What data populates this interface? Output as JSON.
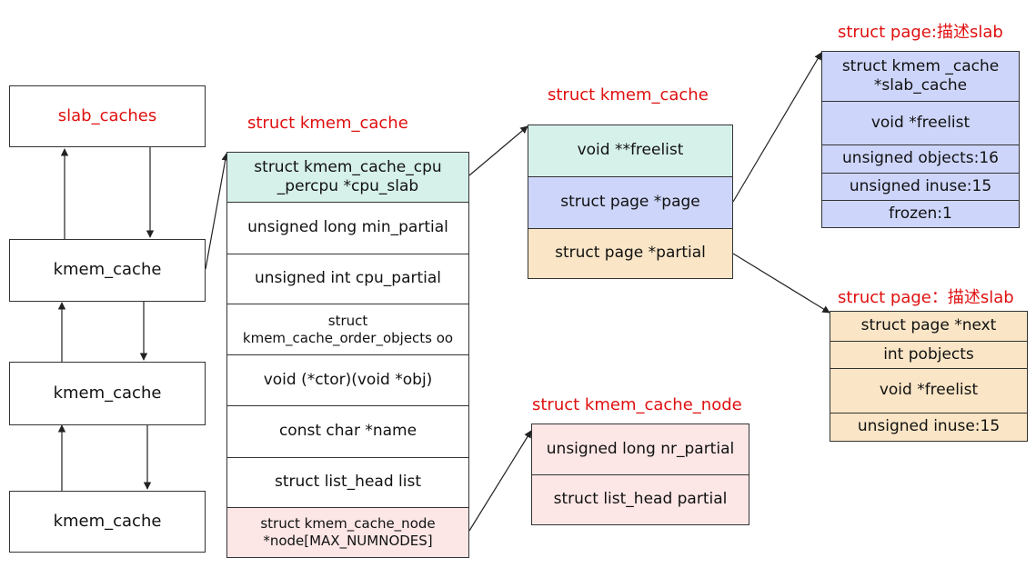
{
  "colors": {
    "label": "#e01010",
    "teal": "#d6f0ea",
    "blue": "#cdd5fa",
    "orange": "#fae5c6",
    "pink": "#fce6e6",
    "line": "#333333"
  },
  "left_column": {
    "slab_caches": "slab_caches",
    "nodes": [
      "kmem_cache",
      "kmem_cache",
      "kmem_cache"
    ]
  },
  "kmem_cache_main": {
    "title": "struct kmem_cache",
    "fields": [
      "struct kmem_cache_cpu\n_percpu *cpu_slab",
      "unsigned long min_partial",
      "unsigned int cpu_partial",
      "struct\nkmem_cache_order_objects oo",
      "void (*ctor)(void *obj)",
      "const char *name",
      "struct list_head list",
      "struct kmem_cache_node\n*node[MAX_NUMNODES]"
    ]
  },
  "kmem_cache_cpu": {
    "title": "struct kmem_cache",
    "fields": [
      "void **freelist",
      "struct page *page",
      "struct page *partial"
    ]
  },
  "kmem_cache_node": {
    "title": "struct kmem_cache_node",
    "fields": [
      "unsigned long nr_partial",
      "struct list_head partial"
    ]
  },
  "page_top": {
    "title": "struct page:描述slab",
    "fields": [
      "struct kmem _cache\n*slab_cache",
      "void *freelist",
      "unsigned objects:16",
      "unsigned inuse:15",
      "frozen:1"
    ]
  },
  "page_partial": {
    "title": "struct page：描述slab",
    "fields": [
      "struct page *next",
      "int pobjects",
      "void *freelist",
      "unsigned inuse:15"
    ]
  }
}
